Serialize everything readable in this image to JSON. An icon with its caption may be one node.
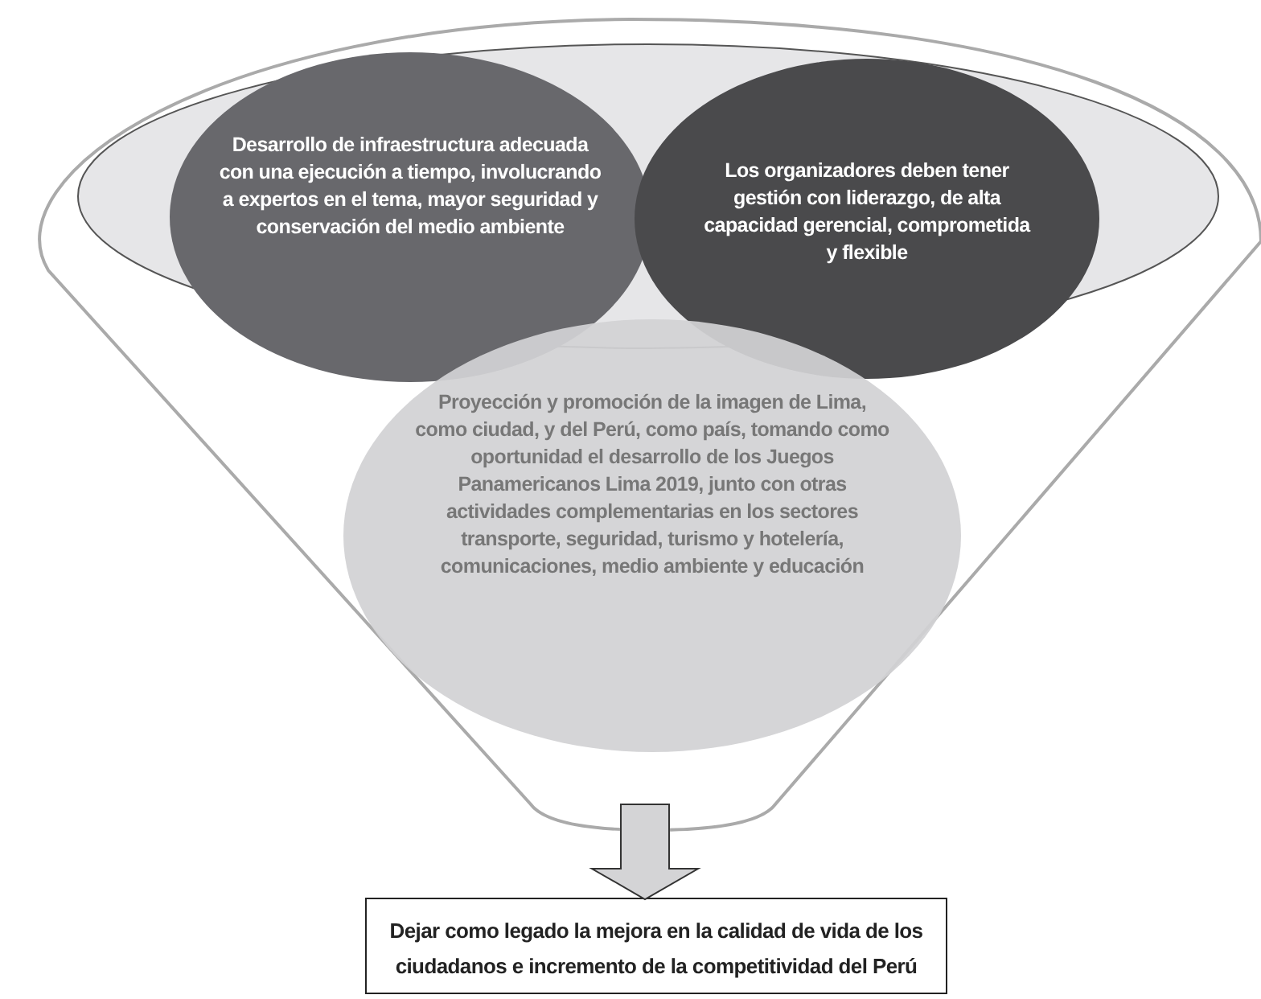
{
  "diagram": {
    "nodes": [
      {
        "text": [],
        "shape": "funnel"
      },
      {
        "text": [],
        "shape": "ellipse",
        "in": 0
      },
      {
        "text": [
          "Desarrollo de infraestructura adecuada con una ejecución a tiempo, involucrando a expertos en el tema, mayor seguridad y conservación del medio ambiente"
        ],
        "in": 0
      },
      {
        "text": [
          "Los organizadores deben tener gestión con liderazgo, de alta capacidad gerencial, comprometida y flexible"
        ],
        "in": 0
      },
      {
        "text": [
          "Proyección y promoción de la imagen de Lima, como ciudad, y del Perú, como país, tomando como oportunidad el desarrollo de los Juegos Panamericanos Lima 2019, junto con otras actividades complementarias en los sectores transporte, seguridad, turismo y hotelería, comunicaciones, medio ambiente y educación"
        ],
        "in": 0
      },
      {
        "text": [
          "Dejar como legado la mejora en la calidad de vida de los ciudadanos e incremento de la competitividad del Perú"
        ]
      }
    ],
    "edges": [
      {
        "from": 0,
        "to": 5,
        "arrow": "to",
        "style": "thick"
      }
    ]
  }
}
